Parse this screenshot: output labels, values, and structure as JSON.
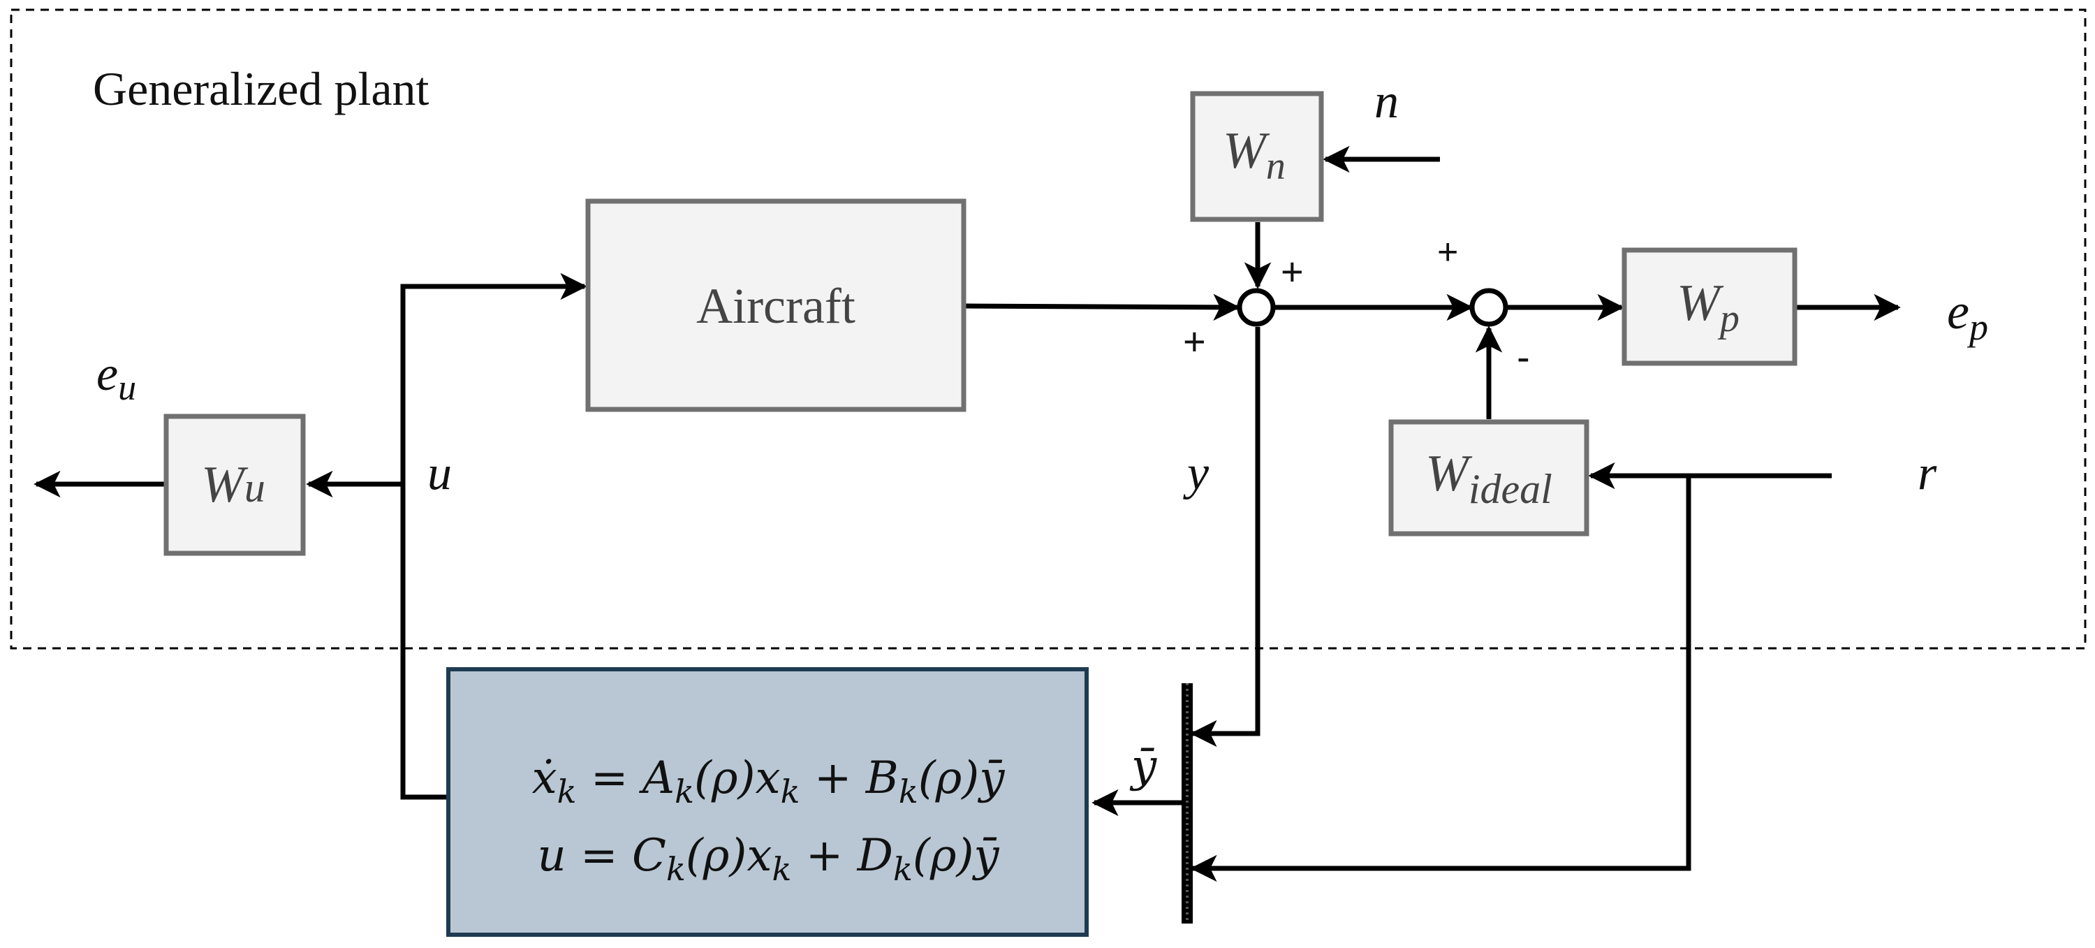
{
  "frame_label": "Generalized plant",
  "blocks": {
    "aircraft": "Aircraft",
    "wn": {
      "main": "W",
      "sub": "n"
    },
    "wp": {
      "main": "W",
      "sub": "p"
    },
    "wu": {
      "main": "W",
      "sub": "u"
    },
    "wideal": {
      "main": "W",
      "sub": "ideal"
    }
  },
  "signals": {
    "n": "n",
    "ep": {
      "main": "e",
      "sub": "p"
    },
    "eu": {
      "main": "e",
      "sub": "u"
    },
    "u": "u",
    "y": "y",
    "r": "r",
    "ybar": "ȳ"
  },
  "signs": {
    "sum1_top": "+",
    "sum1_left": "+",
    "sum2_top": "+",
    "sum2_bottom": "-"
  },
  "controller": {
    "eq1": {
      "lhs": "ẋ",
      "lhs_sub": "k",
      "part1": " = A",
      "part1_sub": "k",
      "part2": "(ρ)x",
      "part2_sub": "k",
      "part3": " + B",
      "part3_sub": "k",
      "part4": "(ρ)ȳ"
    },
    "eq2": {
      "lhs": "u",
      "part1": " = C",
      "part1_sub": "k",
      "part2": "(ρ)x",
      "part2_sub": "k",
      "part3": " + D",
      "part3_sub": "k",
      "part4": "(ρ)ȳ"
    },
    "fill": "#b8c7d3",
    "border": "#1f3b52"
  }
}
